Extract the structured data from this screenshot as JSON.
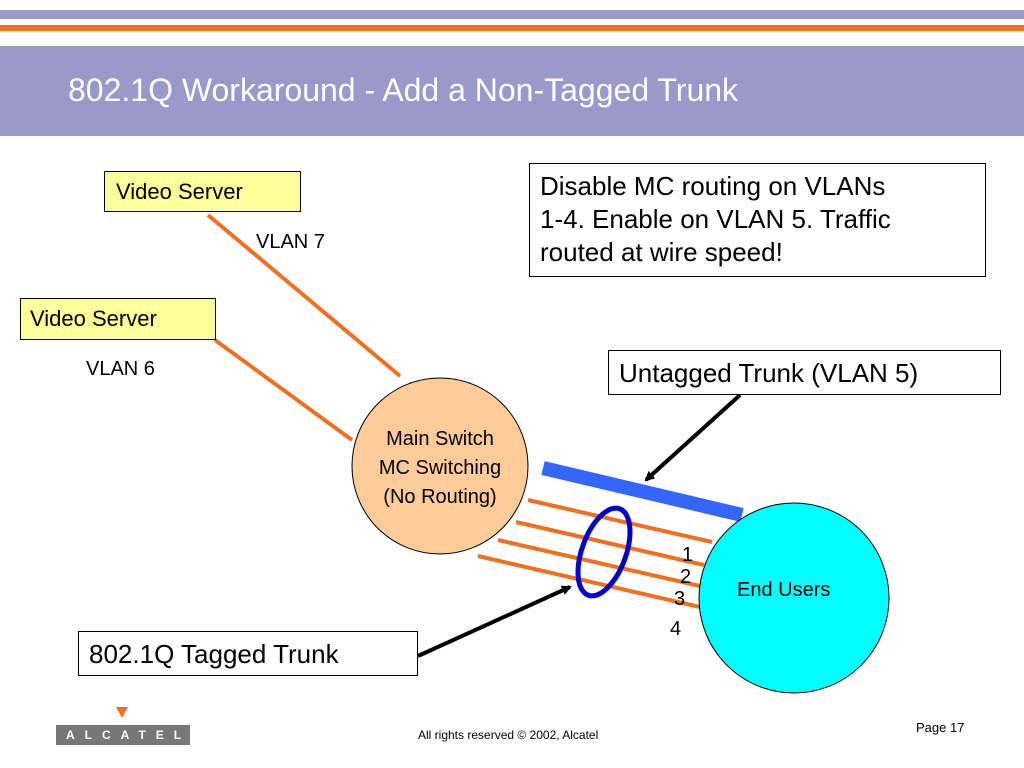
{
  "slide": {
    "title": "802.1Q Workaround - Add a Non-Tagged Trunk",
    "page": "Page 17",
    "copyright": "All rights reserved © 2002, Alcatel",
    "logo_text": "ALCATEL"
  },
  "diagram": {
    "video_server_1": "Video Server",
    "video_server_2": "Video Server",
    "vlan_7": "VLAN 7",
    "vlan_6": "VLAN 6",
    "main_switch": [
      "Main Switch",
      "MC Switching",
      "(No Routing)"
    ],
    "end_users": "End Users",
    "callout_routing": [
      "Disable MC routing on VLANs",
      "1-4. Enable on VLAN 5. Traffic",
      "routed at wire speed!"
    ],
    "untagged_trunk": "Untagged Trunk (VLAN 5)",
    "tagged_trunk": "802.1Q Tagged Trunk",
    "trunk_numbers": [
      "1",
      "2",
      "3",
      "4"
    ]
  },
  "colors": {
    "title_bar": "#9999cc",
    "orange": "#f07020",
    "blue_trunk": "#3366ff",
    "switch_fill": "#ffcc99",
    "end_users_fill": "#00ffff",
    "server_fill": "#ffff99",
    "ellipse": "#0000cc"
  }
}
